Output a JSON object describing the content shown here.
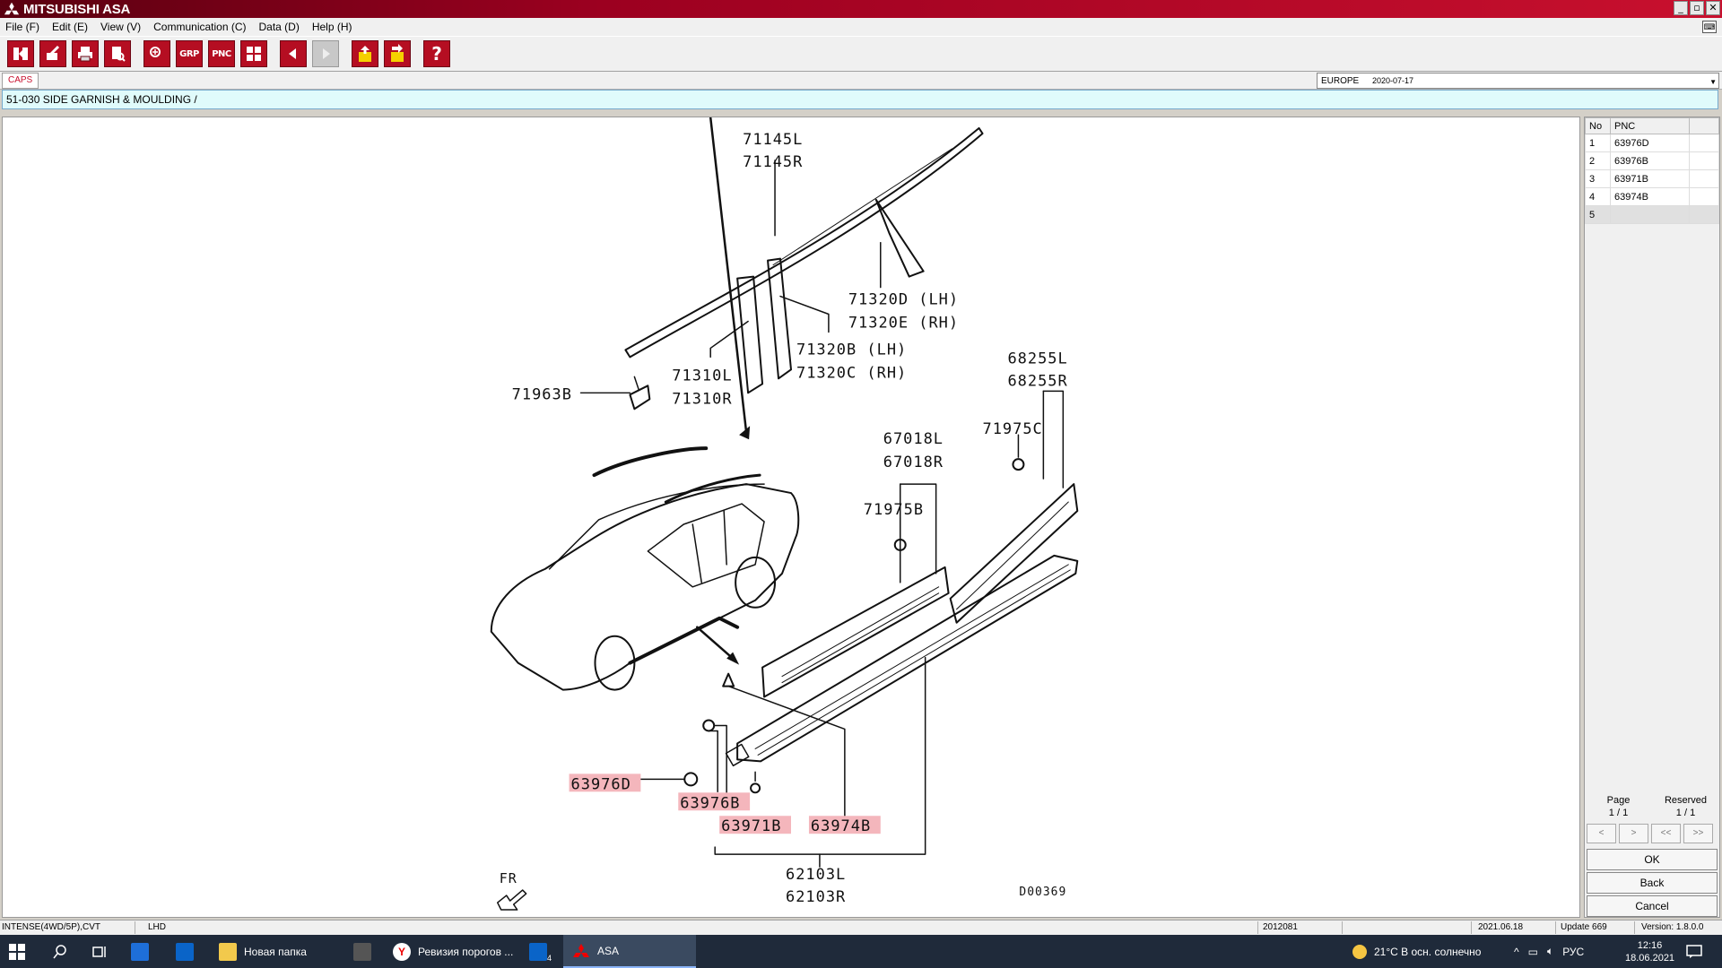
{
  "window": {
    "title": "MITSUBISHI ASA",
    "minimize": "_",
    "restore": "▫",
    "close": "✕"
  },
  "menu": {
    "items": [
      "File (F)",
      "Edit (E)",
      "View (V)",
      "Communication (C)",
      "Data (D)",
      "Help (H)"
    ]
  },
  "toolbar": {
    "grp_label": "GRP",
    "pnc_label": "PNC",
    "help_label": "?"
  },
  "caps": {
    "tab": "CAPS",
    "region": "EUROPE",
    "date": "2020-07-17"
  },
  "breadcrumb": "51-030  SIDE GARNISH & MOULDING /",
  "diagram": {
    "labels": {
      "l71145L": "71145L",
      "l71145R": "71145R",
      "l71320D": "71320D (LH)",
      "l71320E": "71320E (RH)",
      "l71320B": "71320B (LH)",
      "l71320C": "71320C (RH)",
      "l71310L": "71310L",
      "l71310R": "71310R",
      "l71963B": "71963B",
      "l68255L": "68255L",
      "l68255R": "68255R",
      "l67018L": "67018L",
      "l67018R": "67018R",
      "l71975C": "71975C",
      "l71975B": "71975B",
      "l63976D": "63976D",
      "l63976B": "63976B",
      "l63971B": "63971B",
      "l63974B": "63974B",
      "l62103L": "62103L",
      "l62103R": "62103R",
      "fr": "FR",
      "code": "D00369"
    }
  },
  "parts_table": {
    "headers": [
      "No",
      "PNC"
    ],
    "rows": [
      {
        "no": "1",
        "pnc": "63976D"
      },
      {
        "no": "2",
        "pnc": "63976B"
      },
      {
        "no": "3",
        "pnc": "63971B"
      },
      {
        "no": "4",
        "pnc": "63974B"
      },
      {
        "no": "5",
        "pnc": ""
      }
    ]
  },
  "paging": {
    "page_label": "Page",
    "page_value": "1 / 1",
    "reserved_label": "Reserved",
    "reserved_value": "1 / 1",
    "nav": [
      "<",
      ">",
      "<<",
      ">>"
    ],
    "ok": "OK",
    "back": "Back",
    "cancel": "Cancel"
  },
  "status": {
    "model": "INTENSE(4WD/5P),CVT",
    "drive": "LHD",
    "code": "2012081",
    "date": "2021.06.18",
    "update": "Update 669",
    "version": "Version: 1.8.0.0"
  },
  "taskbar": {
    "folder": "Новая папка",
    "browser": "Ревизия порогов ...",
    "outlook_badge": "4",
    "asa": "ASA",
    "weather": "21°C  В осн. солнечно",
    "lang": "РУС",
    "time": "12:16",
    "date": "18.06.2021"
  }
}
